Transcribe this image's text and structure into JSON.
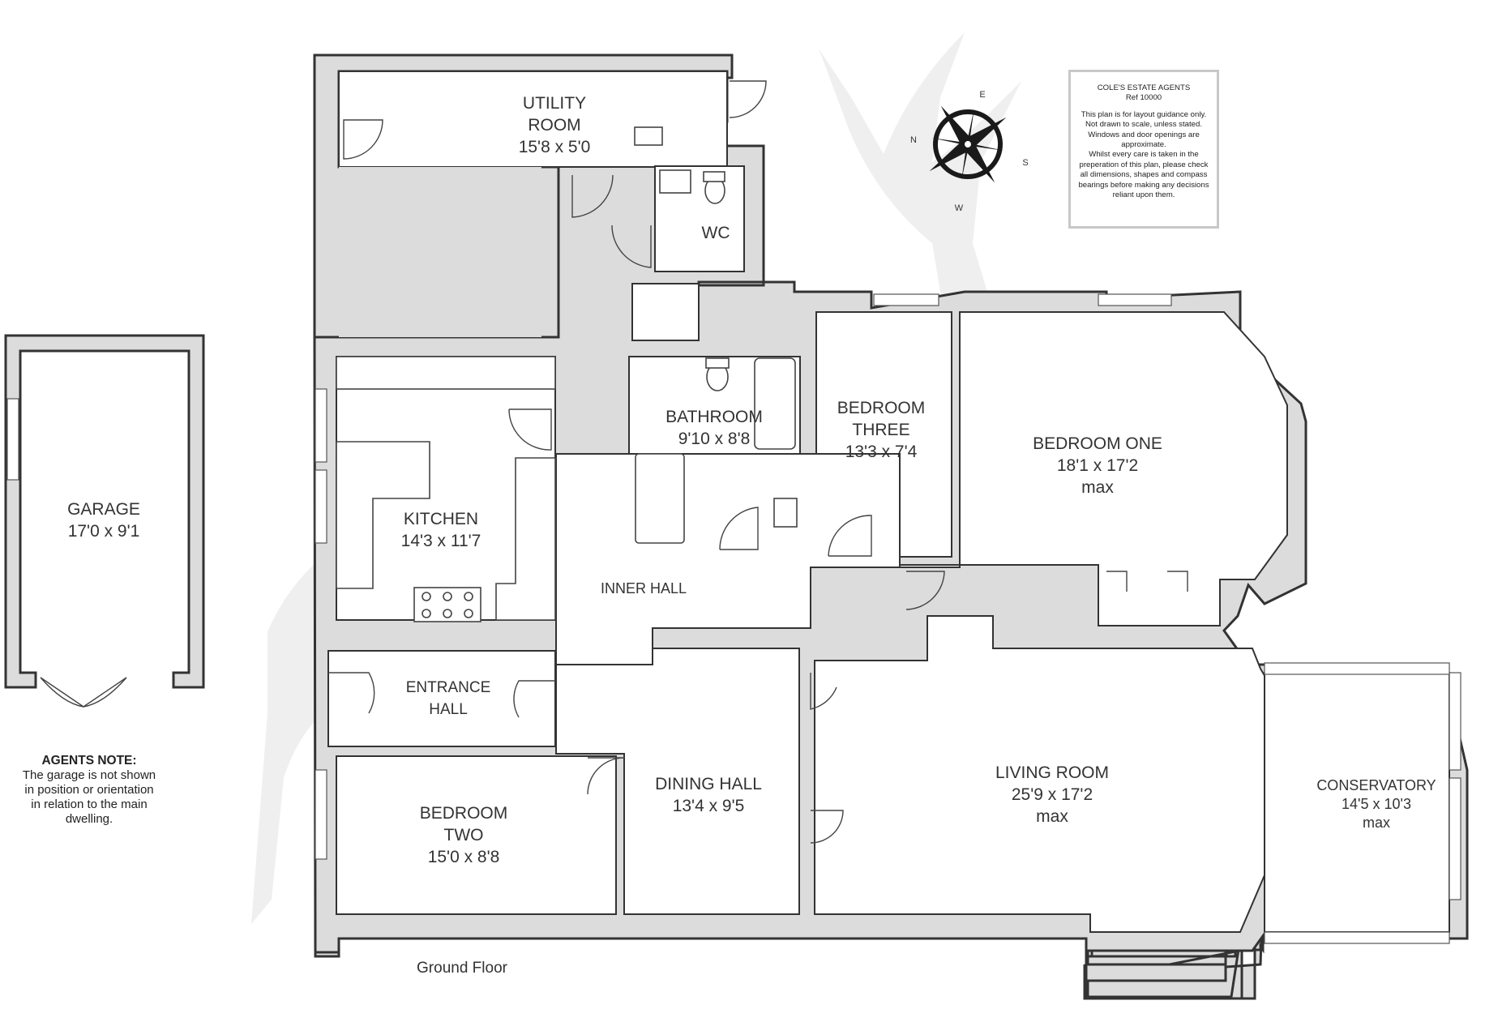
{
  "plan": {
    "floor_label": "Ground Floor",
    "rooms": [
      {
        "key": "utility",
        "lines": [
          "UTILITY",
          "ROOM",
          "15'8 x 5'0"
        ]
      },
      {
        "key": "wc",
        "lines": [
          "WC"
        ]
      },
      {
        "key": "bathroom",
        "lines": [
          "BATHROOM",
          "9'10 x 8'8"
        ]
      },
      {
        "key": "bedroom_three",
        "lines": [
          "BEDROOM",
          "THREE",
          "13'3 x 7'4"
        ]
      },
      {
        "key": "bedroom_one",
        "lines": [
          "BEDROOM ONE",
          "18'1 x 17'2",
          "max"
        ]
      },
      {
        "key": "kitchen",
        "lines": [
          "KITCHEN",
          "14'3 x 11'7"
        ]
      },
      {
        "key": "inner_hall",
        "lines": [
          "INNER HALL"
        ]
      },
      {
        "key": "entrance_hall",
        "lines": [
          "ENTRANCE",
          "HALL"
        ]
      },
      {
        "key": "dining_hall",
        "lines": [
          "DINING HALL",
          "13'4 x 9'5"
        ]
      },
      {
        "key": "bedroom_two",
        "lines": [
          "BEDROOM",
          "TWO",
          "15'0 x 8'8"
        ]
      },
      {
        "key": "living_room",
        "lines": [
          "LIVING ROOM",
          "25'9 x 17'2",
          "max"
        ]
      },
      {
        "key": "conservatory",
        "lines": [
          "CONSERVATORY",
          "14'5 x 10'3",
          "max"
        ]
      },
      {
        "key": "garage",
        "lines": [
          "GARAGE",
          "17'0 x 9'1"
        ]
      }
    ],
    "compass": {
      "n": "N",
      "e": "E",
      "s": "S",
      "w": "W"
    },
    "disclaimer": {
      "agency": "COLE'S ESTATE AGENTS",
      "ref": "Ref 10000",
      "lines": [
        "This plan is for layout guidance only.",
        "Not drawn to scale, unless stated.",
        "Windows and door openings are",
        "approximate.",
        "Whilst every care is taken in the",
        "preperation of this plan, please check",
        "all dimensions, shapes and compass",
        "bearings before making any decisions",
        "reliant upon them."
      ]
    },
    "agents_note": {
      "title": "AGENTS NOTE:",
      "lines": [
        "The garage is not shown",
        "in position or orientation",
        "in relation to the main",
        "dwelling."
      ]
    }
  }
}
